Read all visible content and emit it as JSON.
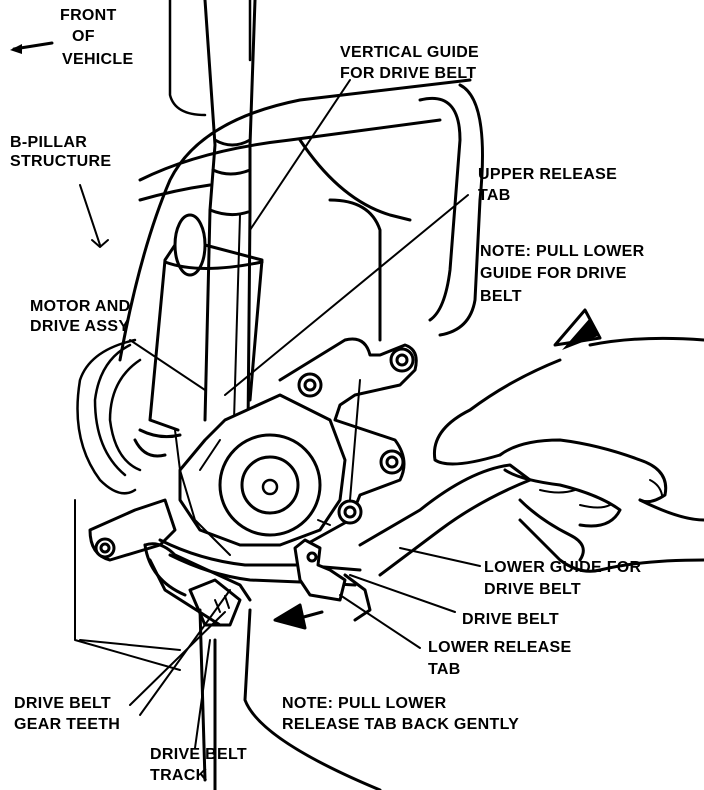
{
  "labels": {
    "front_of_vehicle": [
      "FRONT",
      "OF",
      "VEHICLE"
    ],
    "b_pillar": [
      "B-PILLAR",
      "STRUCTURE"
    ],
    "vertical_guide": [
      "VERTICAL GUIDE",
      "FOR DRIVE BELT"
    ],
    "upper_release_tab": [
      "UPPER RELEASE",
      "TAB"
    ],
    "note_lower_guide": [
      "NOTE: PULL LOWER",
      "GUIDE FOR DRIVE",
      "BELT"
    ],
    "motor_drive_assy": [
      "MOTOR AND",
      "DRIVE ASSY"
    ],
    "lower_guide": [
      "LOWER GUIDE FOR",
      "DRIVE BELT"
    ],
    "drive_belt": [
      "DRIVE BELT"
    ],
    "lower_release_tab": [
      "LOWER RELEASE",
      "TAB"
    ],
    "drive_belt_gear_teeth": [
      "DRIVE BELT",
      "GEAR TEETH"
    ],
    "note_lower_release": [
      "NOTE: PULL LOWER",
      "RELEASE TAB BACK GENTLY"
    ],
    "drive_belt_track": [
      "DRIVE BELT",
      "TRACK"
    ]
  },
  "colors": {
    "ink": "#000000",
    "paper": "#ffffff"
  }
}
